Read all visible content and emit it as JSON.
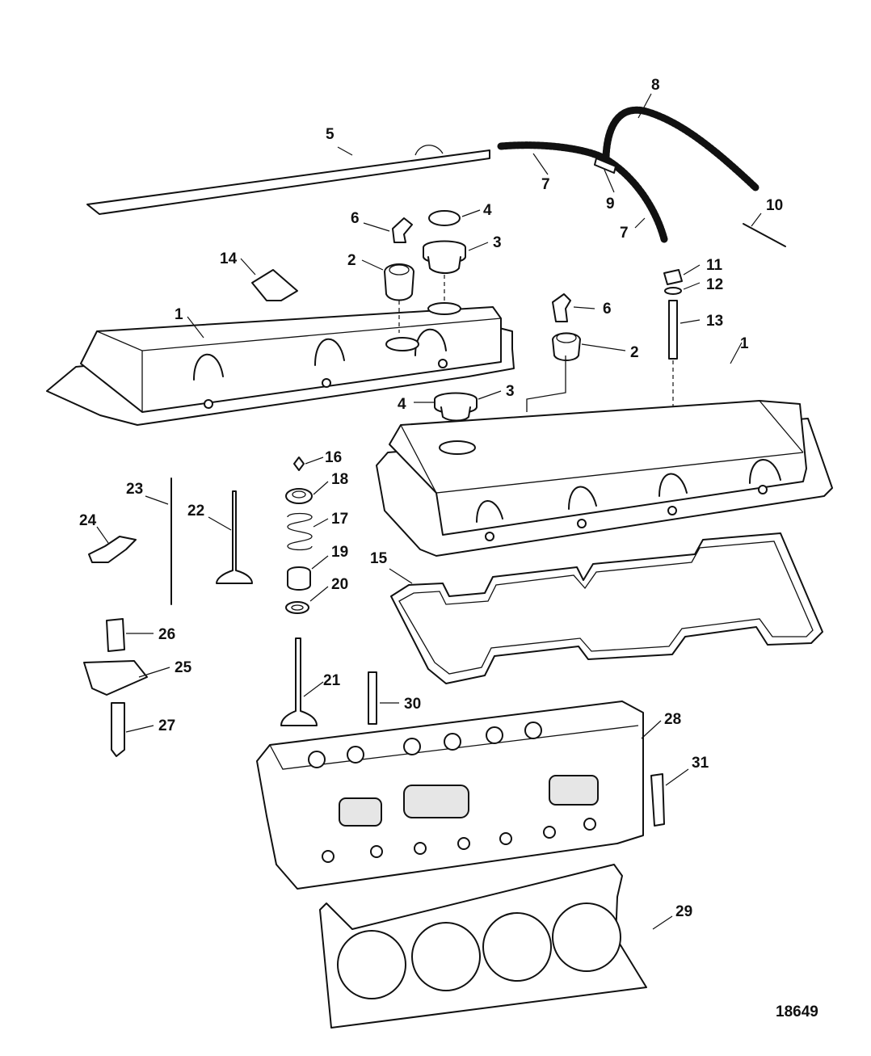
{
  "figure_number": "18649",
  "callouts": [
    "8",
    "5",
    "7",
    "9",
    "7",
    "10",
    "6",
    "4",
    "3",
    "2",
    "14",
    "11",
    "12",
    "1",
    "6",
    "13",
    "2",
    "1",
    "4",
    "3",
    "16",
    "18",
    "23",
    "22",
    "17",
    "24",
    "19",
    "15",
    "20",
    "26",
    "25",
    "21",
    "30",
    "27",
    "28",
    "31",
    "29"
  ]
}
